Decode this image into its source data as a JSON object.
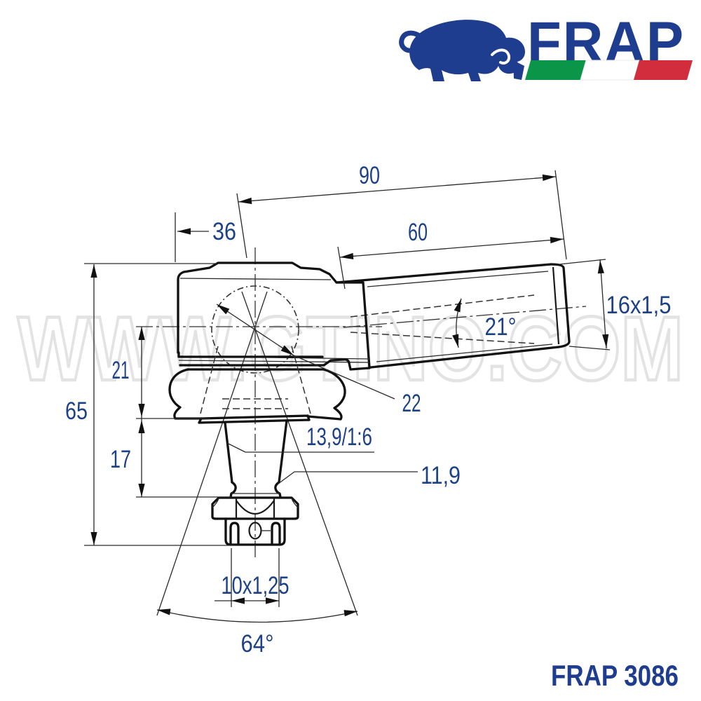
{
  "logo": {
    "brand": "FRAP"
  },
  "watermark": {
    "text": "WWW.GTINO.COM"
  },
  "footer": {
    "part_code": "FRAP 3086"
  },
  "colors": {
    "accent_blue": "#1e3d8f",
    "dim_text": "#1c4187",
    "flag_green": "#0a9548",
    "flag_white": "#ffffff",
    "flag_red": "#d22d3d",
    "line_black": "#111111",
    "watermark_gray": "#e3e3e3"
  },
  "dimensions": {
    "overall_length": "90",
    "thread_length": "60",
    "center_offset": "36",
    "rod_thread": "16x1,5",
    "rod_angle": "21°",
    "ball_diameter": "22",
    "overall_height": "65",
    "upper_section": "21",
    "taper_section": "17",
    "taper_spec": "13,9/1:6",
    "stud_diameter": "11,9",
    "stud_thread": "10x1,25",
    "cone_angle": "64°"
  }
}
